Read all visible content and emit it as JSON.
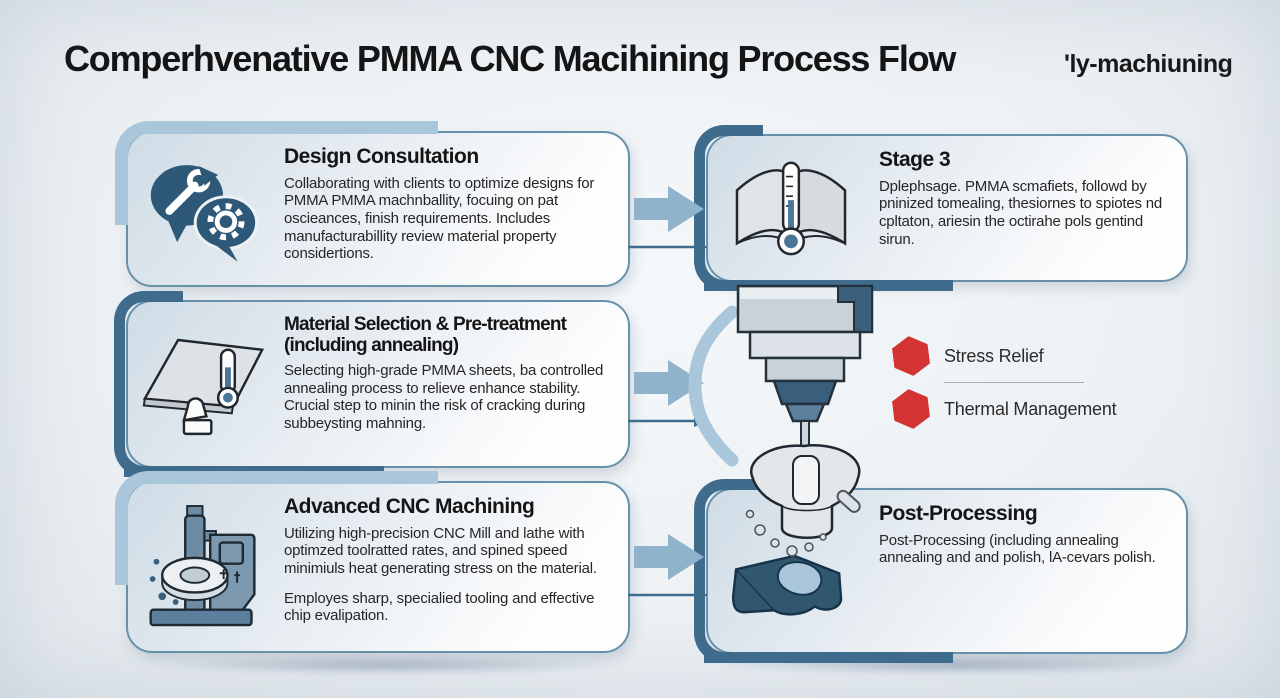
{
  "header": {
    "title": "Comperhvenative PMMA CNC Macihining Process Flow",
    "watermark": "'ly-machiuning"
  },
  "cards": {
    "design": {
      "heading": "Design Consultation",
      "body": "Collaborating with clients to optimize designs for PMMA PMMA machnballity, focuing on pat oscieances, finish requirements. Includes manufacturabillity review material property considertions."
    },
    "material": {
      "heading": "Material Selection & Pre-treatment (including annealing)",
      "body": "Selecting high-grade PMMA sheets, ba controlled annealing process to relieve enhance stability. Crucial step to minin the risk of cracking during subbeysting mahning."
    },
    "machining": {
      "heading": "Advanced CNC Machining",
      "body1": "Utilizing high-precision CNC Mill and lathe with optimzed toolratted rates, and spined speed minimiuls heat generating stress on the material.",
      "body2": "Employes sharp, specialied tooling and effective chip evalipation."
    },
    "stage3": {
      "heading": "Stage 3",
      "body": "Dplephsage. PMMA scmafiets, followd by pninized tomealing, thesiornes to spiotes nd cpltaton, ariesin the octirahe pols gentind sirun."
    },
    "post": {
      "heading": "Post-Processing",
      "body": "Post-Processing (including annealing annealing and and polish, lA-cevars polish."
    }
  },
  "legend": {
    "marker": "hexagon",
    "marker_color": "#d43333",
    "items": [
      {
        "label": "Stress Relief"
      },
      {
        "label": "Thermal Management"
      }
    ]
  },
  "icons": {
    "design": "chat-wrench-gear-icon",
    "material": "sheet-thermometer-icon",
    "machining": "cnc-machine-icon",
    "stage3": "book-thermometer-icon",
    "post": "machined-part-icon",
    "center": "cnc-spindle-illustration",
    "legend_marker": "hexagon-icon"
  },
  "colors": {
    "accent_dark": "#3f6c8d",
    "accent_light": "#a9c6da",
    "card_border": "#6790aa",
    "icon_navy": "#2e5878",
    "legend_red": "#d43333"
  }
}
